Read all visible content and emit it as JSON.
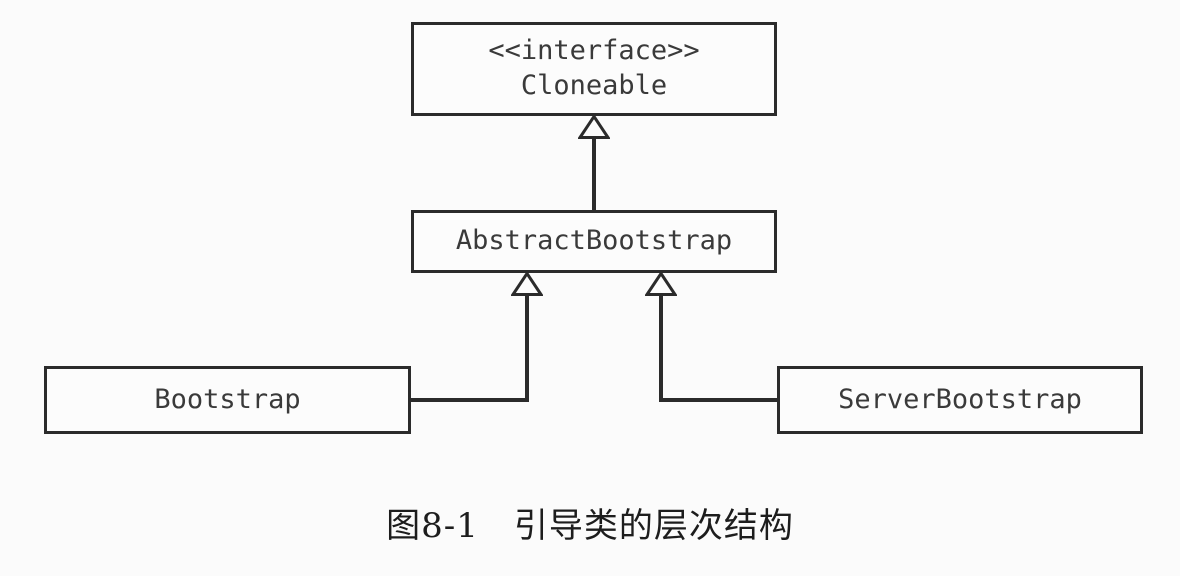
{
  "figure": {
    "caption": "图8-1　引导类的层次结构",
    "caption_number": "图8-1",
    "caption_title": "引导类的层次结构"
  },
  "colors": {
    "background": "#fbfbfb",
    "box_fill": "#fcfcfc",
    "line": "#2b2b2b",
    "text": "#3a3a3a",
    "caption_text": "#1d1d1d"
  },
  "diagram": {
    "type": "uml-class-diagram",
    "relationship": "generalization",
    "classes": [
      {
        "id": "cloneable",
        "stereotype": "<<interface>>",
        "name": "Cloneable",
        "kind": "interface"
      },
      {
        "id": "abstract-bootstrap",
        "stereotype": "",
        "name": "AbstractBootstrap",
        "kind": "abstract-class"
      },
      {
        "id": "bootstrap",
        "stereotype": "",
        "name": "Bootstrap",
        "kind": "class"
      },
      {
        "id": "server-bootstrap",
        "stereotype": "",
        "name": "ServerBootstrap",
        "kind": "class"
      }
    ],
    "edges": [
      {
        "id": "edge-1",
        "from": "abstract-bootstrap",
        "to": "cloneable",
        "type": "implements"
      },
      {
        "id": "edge-2",
        "from": "bootstrap",
        "to": "abstract-bootstrap",
        "type": "extends"
      },
      {
        "id": "edge-3",
        "from": "server-bootstrap",
        "to": "abstract-bootstrap",
        "type": "extends"
      }
    ]
  }
}
